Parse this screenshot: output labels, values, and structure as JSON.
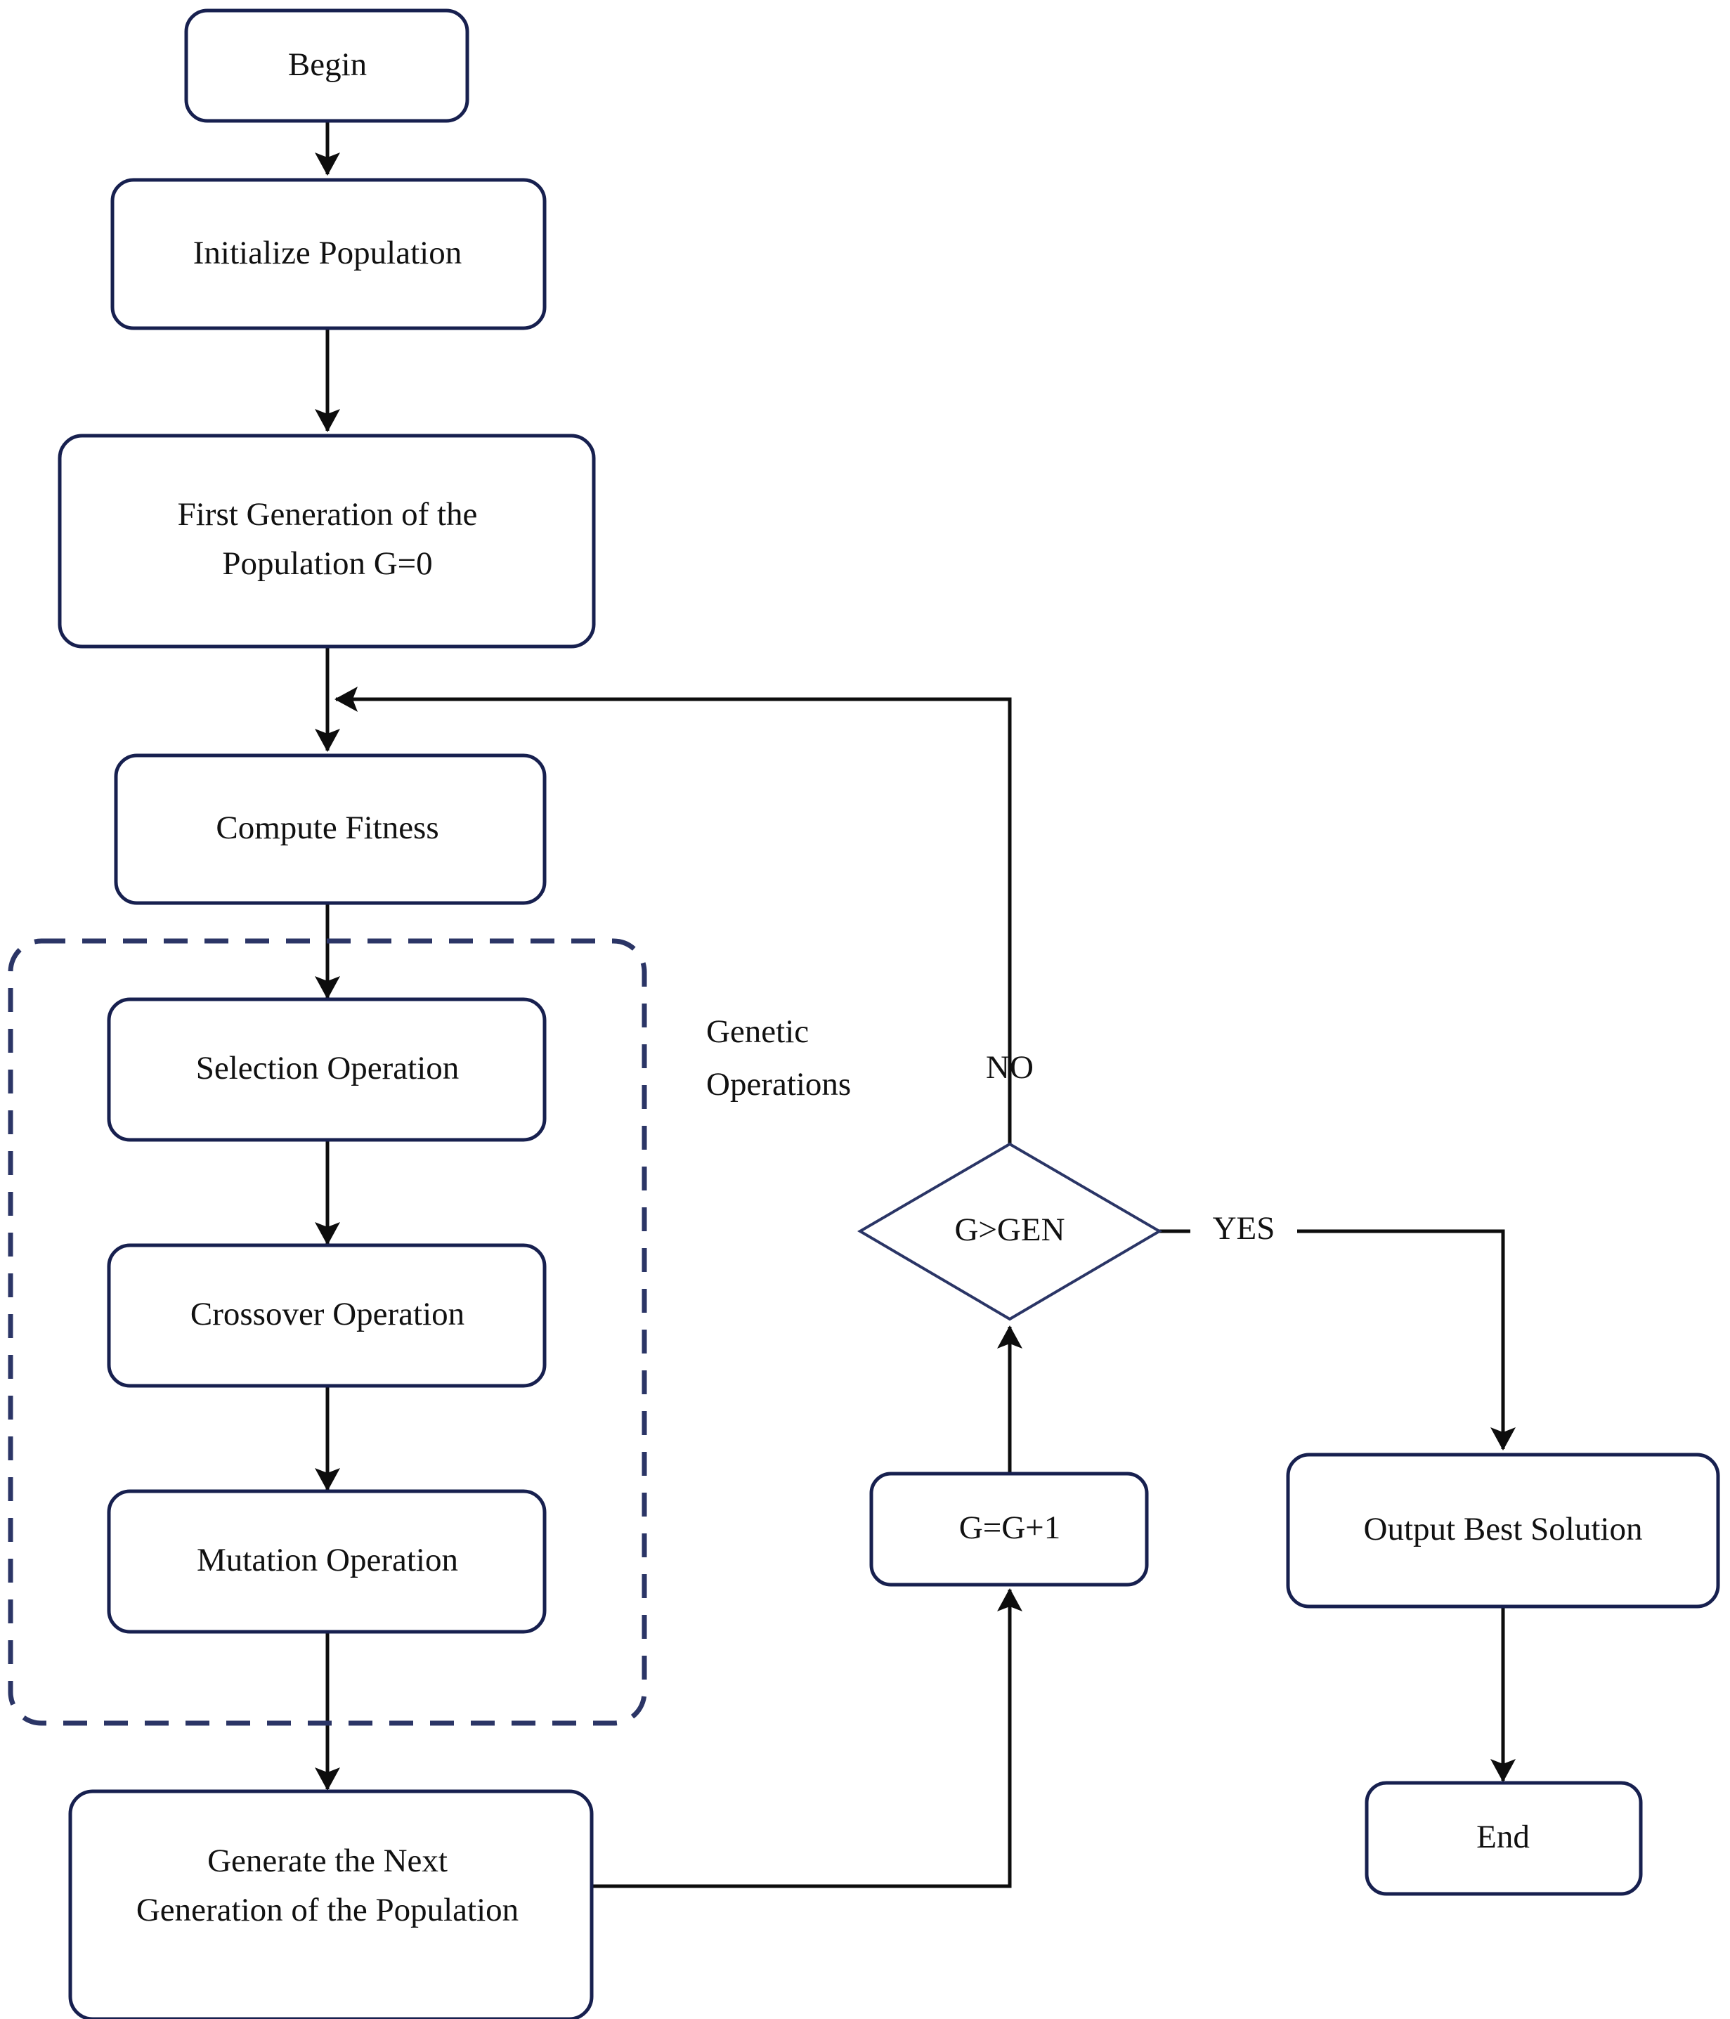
{
  "diagram": {
    "title": "Genetic Algorithm Flowchart",
    "colors": {
      "node_stroke": "#17204f",
      "diamond_stroke": "#2a3566",
      "dashed_group_stroke": "#2b3566",
      "line": "#0d0d0d",
      "text": "#111111",
      "background": "#ffffff"
    },
    "nodes": [
      {
        "id": "begin",
        "shape": "rounded-rect",
        "label": "Begin"
      },
      {
        "id": "init-pop",
        "shape": "rounded-rect",
        "label": "Initialize Population"
      },
      {
        "id": "first-gen",
        "shape": "rounded-rect",
        "label_line1": "First Generation of the",
        "label_line2": "Population G=0"
      },
      {
        "id": "compute-fit",
        "shape": "rounded-rect",
        "label": "Compute Fitness"
      },
      {
        "id": "selection",
        "shape": "rounded-rect",
        "label": "Selection Operation"
      },
      {
        "id": "crossover",
        "shape": "rounded-rect",
        "label": "Crossover Operation"
      },
      {
        "id": "mutation",
        "shape": "rounded-rect",
        "label": "Mutation Operation"
      },
      {
        "id": "generate-next",
        "shape": "rounded-rect",
        "label_line1": "Generate the Next",
        "label_line2": "Generation of the Population"
      },
      {
        "id": "decision",
        "shape": "diamond",
        "label": "G>GEN"
      },
      {
        "id": "increment",
        "shape": "rounded-rect",
        "label": "G=G+1"
      },
      {
        "id": "output-best",
        "shape": "rounded-rect",
        "label": "Output Best Solution"
      },
      {
        "id": "end",
        "shape": "rounded-rect",
        "label": "End"
      }
    ],
    "group": {
      "id": "genetic-operations",
      "style": "dashed",
      "label_line1": "Genetic",
      "label_line2": "Operations",
      "contains": [
        "selection",
        "crossover",
        "mutation"
      ]
    },
    "edge_labels": {
      "no": "NO",
      "yes": "YES"
    },
    "edges": [
      {
        "from": "begin",
        "to": "init-pop",
        "label": ""
      },
      {
        "from": "init-pop",
        "to": "first-gen",
        "label": ""
      },
      {
        "from": "first-gen",
        "to": "compute-fit",
        "label": ""
      },
      {
        "from": "compute-fit",
        "to": "selection",
        "label": ""
      },
      {
        "from": "selection",
        "to": "crossover",
        "label": ""
      },
      {
        "from": "crossover",
        "to": "mutation",
        "label": ""
      },
      {
        "from": "mutation",
        "to": "generate-next",
        "label": ""
      },
      {
        "from": "generate-next",
        "to": "increment",
        "label": ""
      },
      {
        "from": "increment",
        "to": "decision",
        "label": ""
      },
      {
        "from": "decision",
        "to": "compute-fit",
        "label": "NO"
      },
      {
        "from": "decision",
        "to": "output-best",
        "label": "YES"
      },
      {
        "from": "output-best",
        "to": "end",
        "label": ""
      }
    ]
  }
}
